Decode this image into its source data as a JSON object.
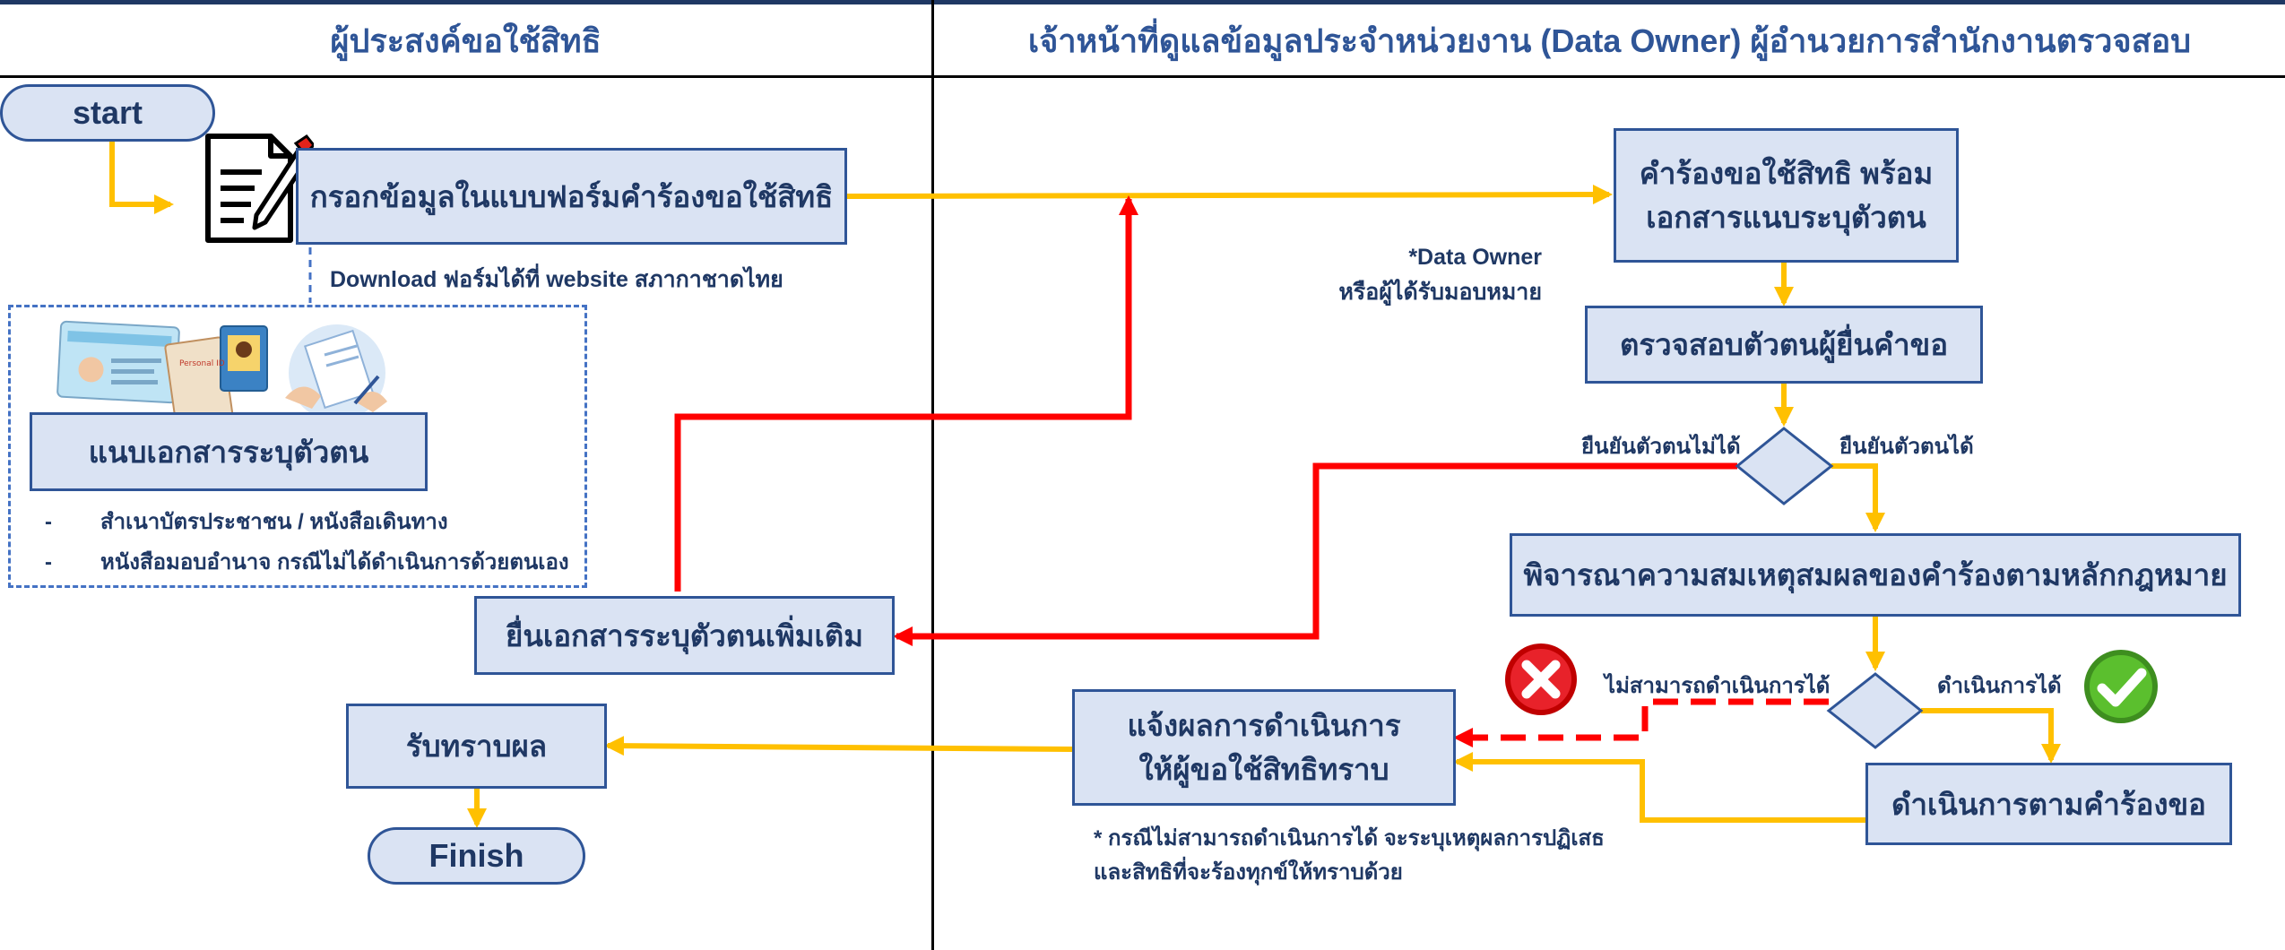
{
  "lanes": {
    "left_title": "ผู้ประสงค์ขอใช้สิทธิ",
    "right_title": "เจ้าหน้าที่ดูแลข้อมูลประจำหน่วยงาน (Data Owner) ผู้อำนวยการสำนักงานตรวจสอบ"
  },
  "nodes": {
    "start": "start",
    "fill_form": "กรอกข้อมูลในแบบฟอร์มคำร้องขอใช้สิทธิ",
    "download_note": "Download ฟอร์มได้ที่ website สภากาชาดไทย",
    "attach_docs": "แนบเอกสารระบุตัวตน",
    "doc_list": [
      "สำเนาบัตรประชาชน / หนังสือเดินทาง",
      "หนังสือมอบอำนาจ กรณีไม่ได้ดำเนินการด้วยตนเอง"
    ],
    "submit_more": "ยื่นเอกสารระบุตัวตนเพิ่มเติม",
    "acknowledge": "รับทราบผล",
    "finish": "Finish",
    "request_received": "คำร้องขอใช้สิทธิ พร้อม\nเอกสารแนบระบุตัวตน",
    "data_owner_note": "*Data Owner\nหรือผู้ได้รับมอบหมาย",
    "verify": "ตรวจสอบตัวตนผู้ยื่นคำขอ",
    "verify_fail": "ยืนยันตัวตนไม่ได้",
    "verify_ok": "ยืนยันตัวตนได้",
    "consider": "พิจารณาความสมเหตุสมผลของคำร้องตามหลักกฎหมาย",
    "cannot_proceed": "ไม่สามารถดำเนินการได้",
    "can_proceed": "ดำเนินการได้",
    "notify": "แจ้งผลการดำเนินการ\nให้ผู้ขอใช้สิทธิทราบ",
    "execute": "ดำเนินการตามคำร้องขอ",
    "reject_note": "* กรณีไม่สามารถดำเนินการได้ จะระบุเหตุผลการปฏิเสธ\nและสิทธิที่จะร้องทุกข์ให้ทราบด้วย",
    "id_card_text": "Personal ID"
  },
  "colors": {
    "box_fill": "#dae3f3",
    "box_border": "#2f5597",
    "text": "#1f3864",
    "flow_arrow": "#ffc000",
    "return_arrow": "#ff0000",
    "top_bar": "#1f3864"
  },
  "icons": [
    "form-document-icon",
    "id-card-icon",
    "signing-hand-icon",
    "reject-x-icon",
    "approve-check-icon"
  ]
}
